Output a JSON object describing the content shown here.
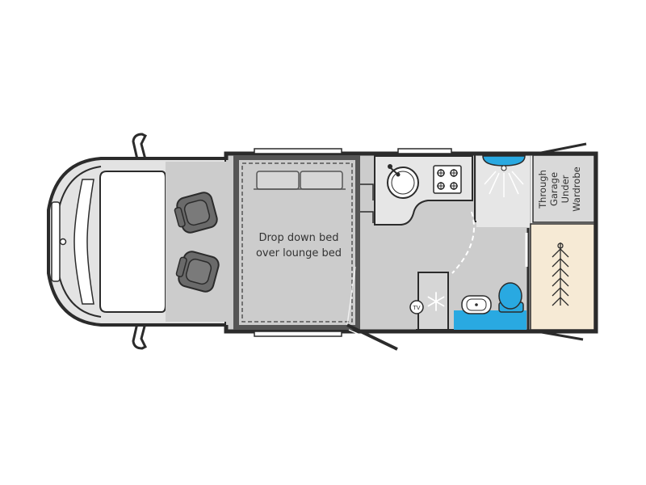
{
  "labels": {
    "bed_line1": "Drop down bed",
    "bed_line2": "over lounge bed",
    "garage_line1": "Through",
    "garage_line2": "Garage",
    "garage_line3": "Under",
    "garage_line4": "Wardrobe",
    "tv": "TV"
  },
  "colors": {
    "floor": "#cccccc",
    "wall": "#2b2b2b",
    "water": "#29a9e1",
    "wardrobe": "#f6ead5",
    "seat": "#6a6a6a",
    "cab_body": "#e3e3e3"
  },
  "icons": [
    "fridge-snowflake-icon",
    "coat-hanger-icon",
    "shower-spray-icon",
    "hob-icon",
    "sink-icon",
    "captain-seat-icon",
    "toilet-icon",
    "mirror-icon"
  ]
}
